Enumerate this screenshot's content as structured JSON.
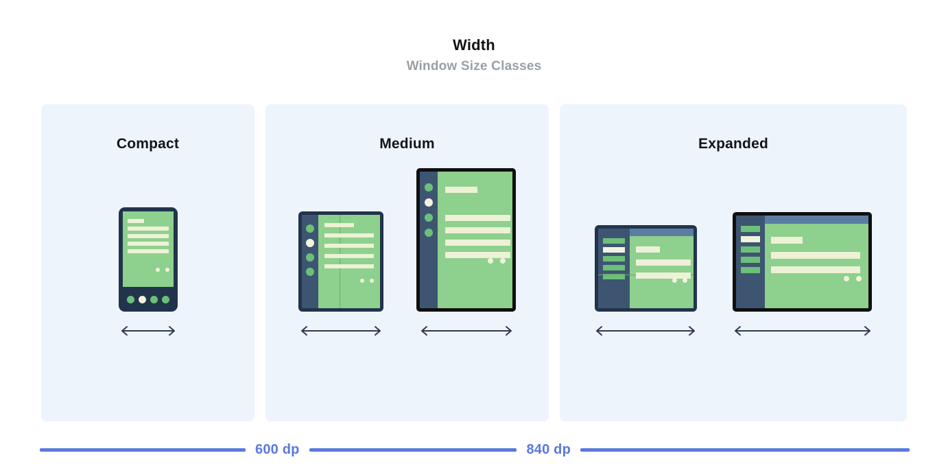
{
  "header": {
    "title": "Width",
    "subtitle": "Window Size Classes"
  },
  "panels": [
    {
      "key": "compact",
      "label": "Compact",
      "devices": [
        {
          "name": "phone",
          "orientation": "portrait",
          "arrow": "resize-arrow"
        }
      ]
    },
    {
      "key": "medium",
      "label": "Medium",
      "devices": [
        {
          "name": "foldable",
          "orientation": "portrait",
          "arrow": "resize-arrow"
        },
        {
          "name": "tablet",
          "orientation": "portrait",
          "arrow": "resize-arrow"
        }
      ]
    },
    {
      "key": "expanded",
      "label": "Expanded",
      "devices": [
        {
          "name": "foldable",
          "orientation": "landscape",
          "arrow": "resize-arrow"
        },
        {
          "name": "tablet",
          "orientation": "landscape",
          "arrow": "resize-arrow"
        }
      ]
    }
  ],
  "ruler": {
    "breakpoints": [
      "600 dp",
      "840 dp"
    ],
    "color": "#5b78de"
  },
  "colors": {
    "panel_background": "#eef4fc",
    "page_background": "#ffffff",
    "title_text": "#131313",
    "subtitle_text": "#9aa0a6",
    "device_frame_navy": "#22344c",
    "device_frame_black": "#0f0f0f",
    "screen_green": "#8ed08d",
    "content_cream": "#edf1d6",
    "rail_blue": "#3d5571",
    "topbar_blue": "#5a7ea3",
    "accent_blue": "#5b78de"
  },
  "icons": {
    "resize_arrow": "double-headed-horizontal-arrow"
  }
}
